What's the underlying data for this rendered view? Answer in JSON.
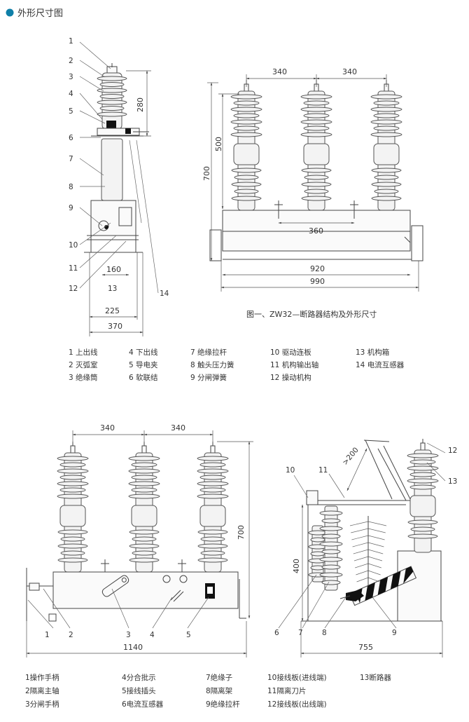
{
  "header": {
    "title": "外形尺寸图"
  },
  "figure1": {
    "caption": "图一、ZW32—断路器结构及外形尺寸",
    "side_view": {
      "callouts": [
        "1",
        "2",
        "3",
        "4",
        "5",
        "6",
        "7",
        "8",
        "9",
        "10",
        "11",
        "12",
        "13",
        "14"
      ],
      "dims": {
        "d280": "280",
        "d160": "160",
        "d225": "225",
        "d370": "370"
      }
    },
    "front_view": {
      "dims": {
        "d340a": "340",
        "d340b": "340",
        "d500": "500",
        "d700": "700",
        "d360": "360",
        "d920": "920",
        "d990": "990"
      }
    },
    "legend": [
      [
        "1 上出线",
        "2 灭弧室",
        "3 绝缘筒"
      ],
      [
        "4 下出线",
        "5 导电夹",
        "6 软联结"
      ],
      [
        "7 绝缘拉杆",
        "8 触头压力簧",
        "9 分闸弹簧"
      ],
      [
        "10 驱动连板",
        "11 机构输出轴",
        "12 操动机构"
      ],
      [
        "13 机构箱",
        "14 电流互感器"
      ]
    ]
  },
  "figure2": {
    "front_view": {
      "dims": {
        "d340a": "340",
        "d340b": "340",
        "d700": "700",
        "d1140": "1140"
      },
      "callouts": [
        "1",
        "2",
        "3",
        "4",
        "5"
      ]
    },
    "side_view": {
      "dims": {
        "d200": ">200",
        "d400": "400",
        "d755": "755"
      },
      "callouts": [
        "6",
        "7",
        "8",
        "9",
        "10",
        "11",
        "12",
        "13"
      ]
    },
    "legend": [
      [
        "1操作手柄",
        "2隔离主轴",
        "3分闸手柄"
      ],
      [
        "4分合批示",
        "5接线插头",
        "6电流互感器"
      ],
      [
        "7绝缘子",
        "8隔离架",
        "9绝缘拉杆"
      ],
      [
        "10接线板(进线端)",
        "11隔离刀片",
        "12接线板(出线端)"
      ],
      [
        "13断路器"
      ]
    ]
  }
}
